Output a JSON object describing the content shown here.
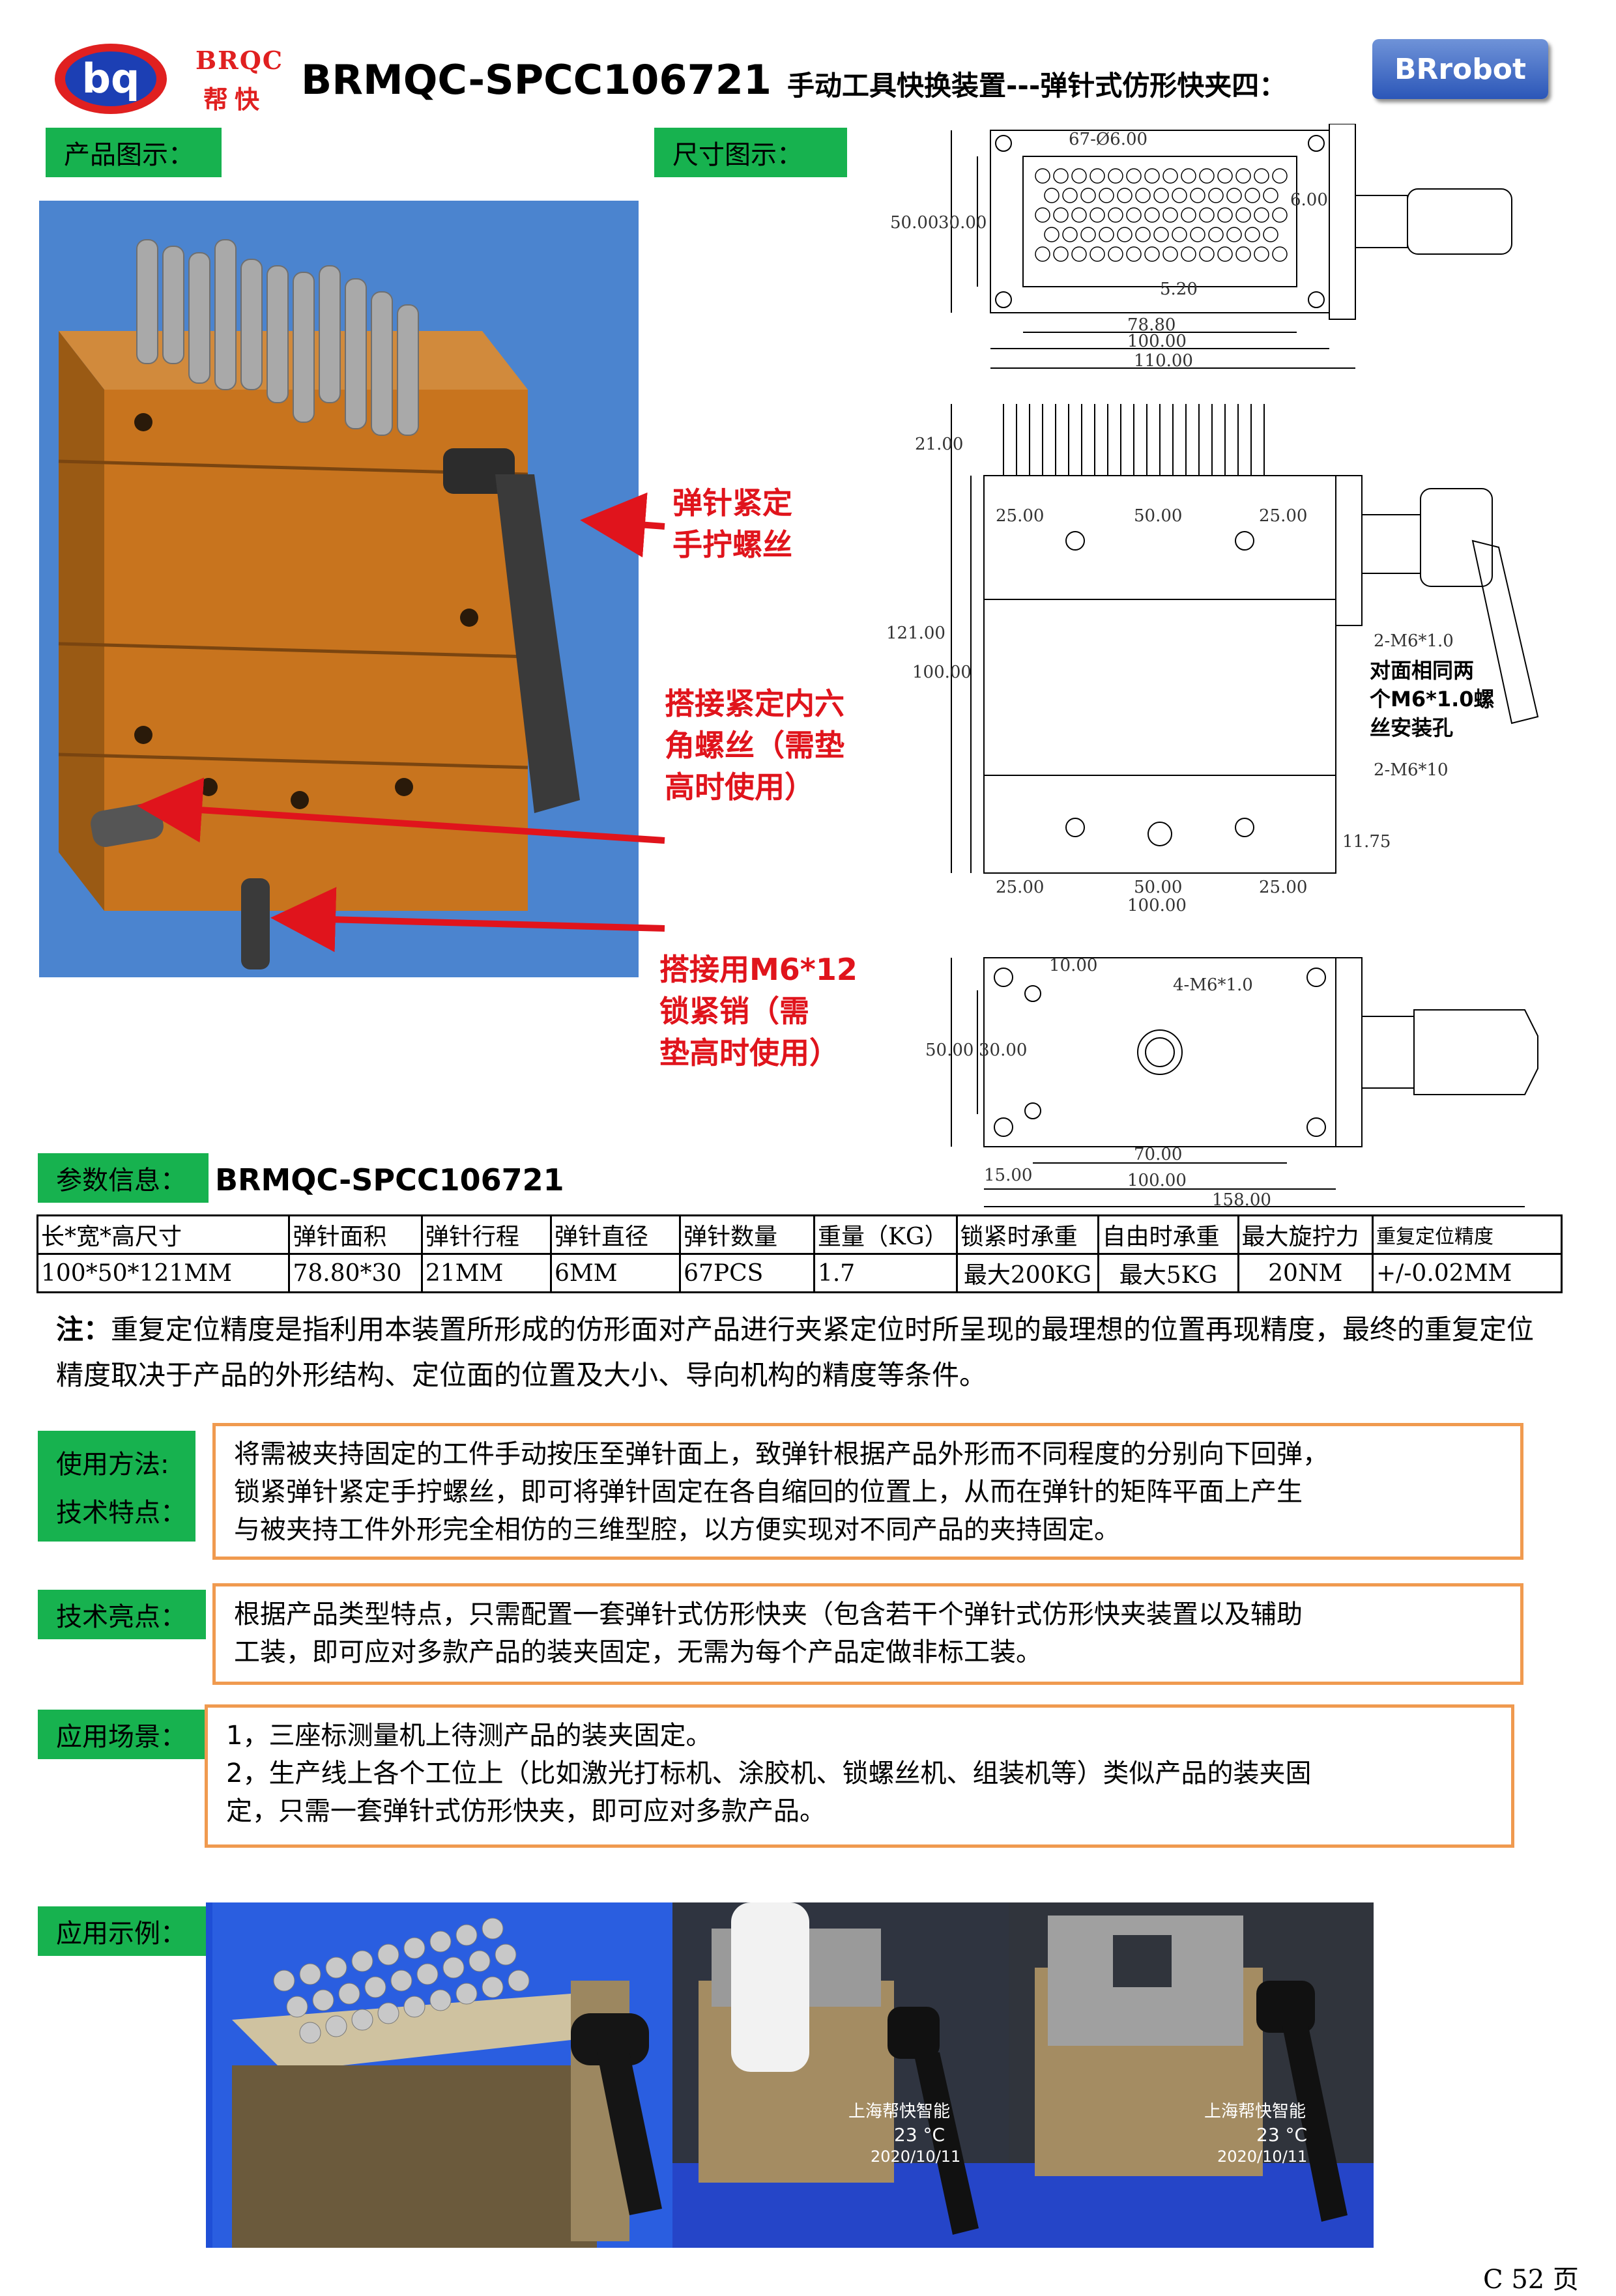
{
  "header": {
    "logo_mark": "bq",
    "logo_text_1": "BRQC",
    "logo_text_2": "帮快",
    "title_main": "BRMQC-SPCC106721",
    "title_sub": "手动工具快换装置---弹针式仿形快夹四：",
    "brand_button": "BRrobot"
  },
  "sections": {
    "product_image_label": "产品图示：",
    "dimension_label": "尺寸图示：",
    "params_label": "参数信息：",
    "usage_label_1": "使用方法:",
    "usage_label_2": "技术特点：",
    "highlight_label": "技术亮点：",
    "scene_label": "应用场景：",
    "example_label": "应用示例："
  },
  "callouts": {
    "c1_line1": "弹针紧定",
    "c1_line2": "手拧螺丝",
    "c2_line1": "搭接紧定内六",
    "c2_line2": "角螺丝（需垫",
    "c2_line3": "高时使用）",
    "c3_line1": "搭接用M6*12",
    "c3_line2": "锁紧销（需",
    "c3_line3": "垫高时使用）"
  },
  "drawing_top": {
    "pin_spec": "67-Ø6.00",
    "d_50": "50.00",
    "d_30": "30.00",
    "d_6": "6.00",
    "d_5_2": "5.20",
    "d_78_8": "78.80",
    "d_100": "100.00",
    "d_110": "110.00"
  },
  "drawing_side": {
    "d_21": "21.00",
    "d_25a": "25.00",
    "d_50": "50.00",
    "d_25b": "25.00",
    "d_121": "121.00",
    "d_100v": "100.00",
    "hole_spec_1": "2-M6*1.0",
    "note_line1": "对面相同两",
    "note_line2": "个M6*1.0螺",
    "note_line3": "丝安装孔",
    "hole_spec_2": "2-M6*10",
    "d_11_75": "11.75",
    "d_25c": "25.00",
    "d_50b": "50.00",
    "d_25d": "25.00",
    "d_100h": "100.00"
  },
  "drawing_bottom": {
    "d_10": "10.00",
    "hole_spec": "4-M6*1.0",
    "d_50": "50.00",
    "d_30": "30.00",
    "d_70": "70.00",
    "d_15": "15.00",
    "d_100": "100.00",
    "d_158": "158.00"
  },
  "params": {
    "model": "BRMQC-SPCC106721",
    "headers": [
      "长*宽*高尺寸",
      "弹针面积",
      "弹针行程",
      "弹针直径",
      "弹针数量",
      "重量（KG）",
      "锁紧时承重",
      "自由时承重",
      "最大旋拧力",
      "重复定位精度"
    ],
    "values": [
      "100*50*121MM",
      "78.80*30",
      "21MM",
      "6MM",
      "67PCS",
      "1.7",
      "最大200KG",
      "最大5KG",
      "20NM",
      "+/-0.02MM"
    ]
  },
  "note": {
    "label": "注：",
    "text": "重复定位精度是指利用本装置所形成的仿形面对产品进行夹紧定位时所呈现的最理想的位置再现精度，最终的重复定位精度取决于产品的外形结构、定位面的位置及大小、导向机构的精度等条件。"
  },
  "usage": {
    "line1": "将需被夹持固定的工件手动按压至弹针面上，致弹针根据产品外形而不同程度的分别向下回弹，",
    "line2": "锁紧弹针紧定手拧螺丝，即可将弹针固定在各自缩回的位置上，从而在弹针的矩阵平面上产生",
    "line3": "与被夹持工件外形完全相仿的三维型腔，以方便实现对不同产品的夹持固定。"
  },
  "highlight": {
    "line1": "根据产品类型特点，只需配置一套弹针式仿形快夹（包含若干个弹针式仿形快夹装置以及辅助",
    "line2": "工装，即可应对多款产品的装夹固定，无需为每个产品定做非标工装。"
  },
  "scene": {
    "line1": "1，三座标测量机上待测产品的装夹固定。",
    "line2": "2，生产线上各个工位上（比如激光打标机、涂胶机、锁螺丝机、组装机等）类似产品的装夹固",
    "line3": "定，只需一套弹针式仿形快夹，即可应对多款产品。"
  },
  "photos": {
    "photo2_watermark": "上海帮快智能",
    "photo2_temp": "23 °C",
    "photo2_date": "2020/10/11",
    "photo3_watermark": "上海帮快智能",
    "photo3_temp": "23 °C",
    "photo3_date": "2020/10/11"
  },
  "footer": {
    "page": "C 52 页"
  },
  "colors": {
    "green_label": "#17b24f",
    "orange_border": "#f09a4f",
    "callout_red": "#e0141c",
    "product_bg": "#4b84cf",
    "block_orange": "#c8741e"
  }
}
